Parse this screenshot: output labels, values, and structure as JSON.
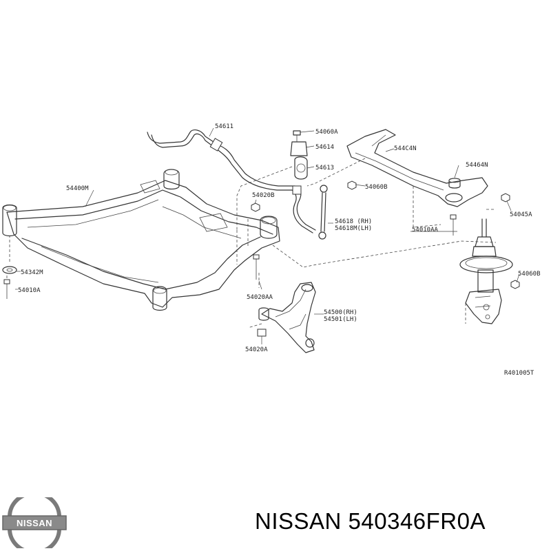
{
  "diagram": {
    "labels": {
      "p54611": "54611",
      "p54060A": "54060A",
      "p54614": "54614",
      "p54613": "54613",
      "p544C4N": "544C4N",
      "p54464N": "54464N",
      "p54400M": "54400M",
      "p54020B": "54020B",
      "p54060B_top": "54060B",
      "p54618RH": "54618 (RH)",
      "p54618MLH": "54618M(LH)",
      "p54045A": "54045A",
      "p54010AA": "54010AA",
      "p54342M": "54342M",
      "p54010A": "54010A",
      "p54060B_strut": "54060B",
      "p54020AA": "54020AA",
      "p54500RH": "54500(RH)",
      "p54501LH": "54501(LH)",
      "p54020A": "54020A",
      "ref_code": "R401005T"
    }
  },
  "footer": {
    "brand_part": "NISSAN 540346FR0A",
    "logo_text": "NISSAN"
  }
}
